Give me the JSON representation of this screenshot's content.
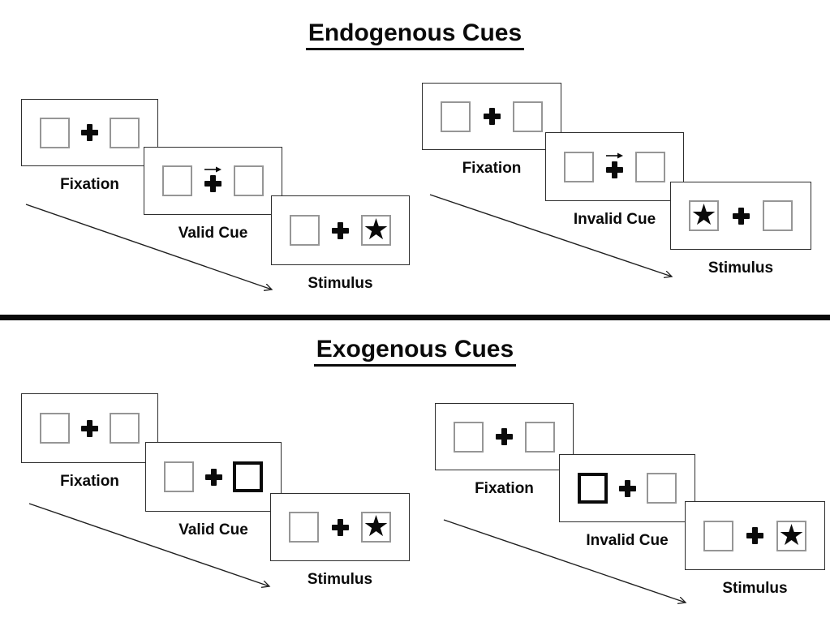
{
  "diagram": {
    "sections": [
      {
        "title": "Endogenous Cues",
        "sequences": [
          {
            "panels": [
              {
                "label": "Fixation"
              },
              {
                "label": "Valid Cue"
              },
              {
                "label": "Stimulus"
              }
            ]
          },
          {
            "panels": [
              {
                "label": "Fixation"
              },
              {
                "label": "Invalid Cue"
              },
              {
                "label": "Stimulus"
              }
            ]
          }
        ]
      },
      {
        "title": "Exogenous Cues",
        "sequences": [
          {
            "panels": [
              {
                "label": "Fixation"
              },
              {
                "label": "Valid Cue"
              },
              {
                "label": "Stimulus"
              }
            ]
          },
          {
            "panels": [
              {
                "label": "Fixation"
              },
              {
                "label": "Invalid Cue"
              },
              {
                "label": "Stimulus"
              }
            ]
          }
        ]
      }
    ],
    "icons": {
      "target_star": "★",
      "fixation_cross": "css-plus-shape",
      "cue_arrow": "svg-right-arrow",
      "time_arrow": "svg-diagonal-arrow"
    },
    "colors": {
      "ink": "#0a0a0a",
      "panel_border": "#2e2e2e",
      "placeholder_border": "#969696",
      "background": "#ffffff"
    }
  }
}
